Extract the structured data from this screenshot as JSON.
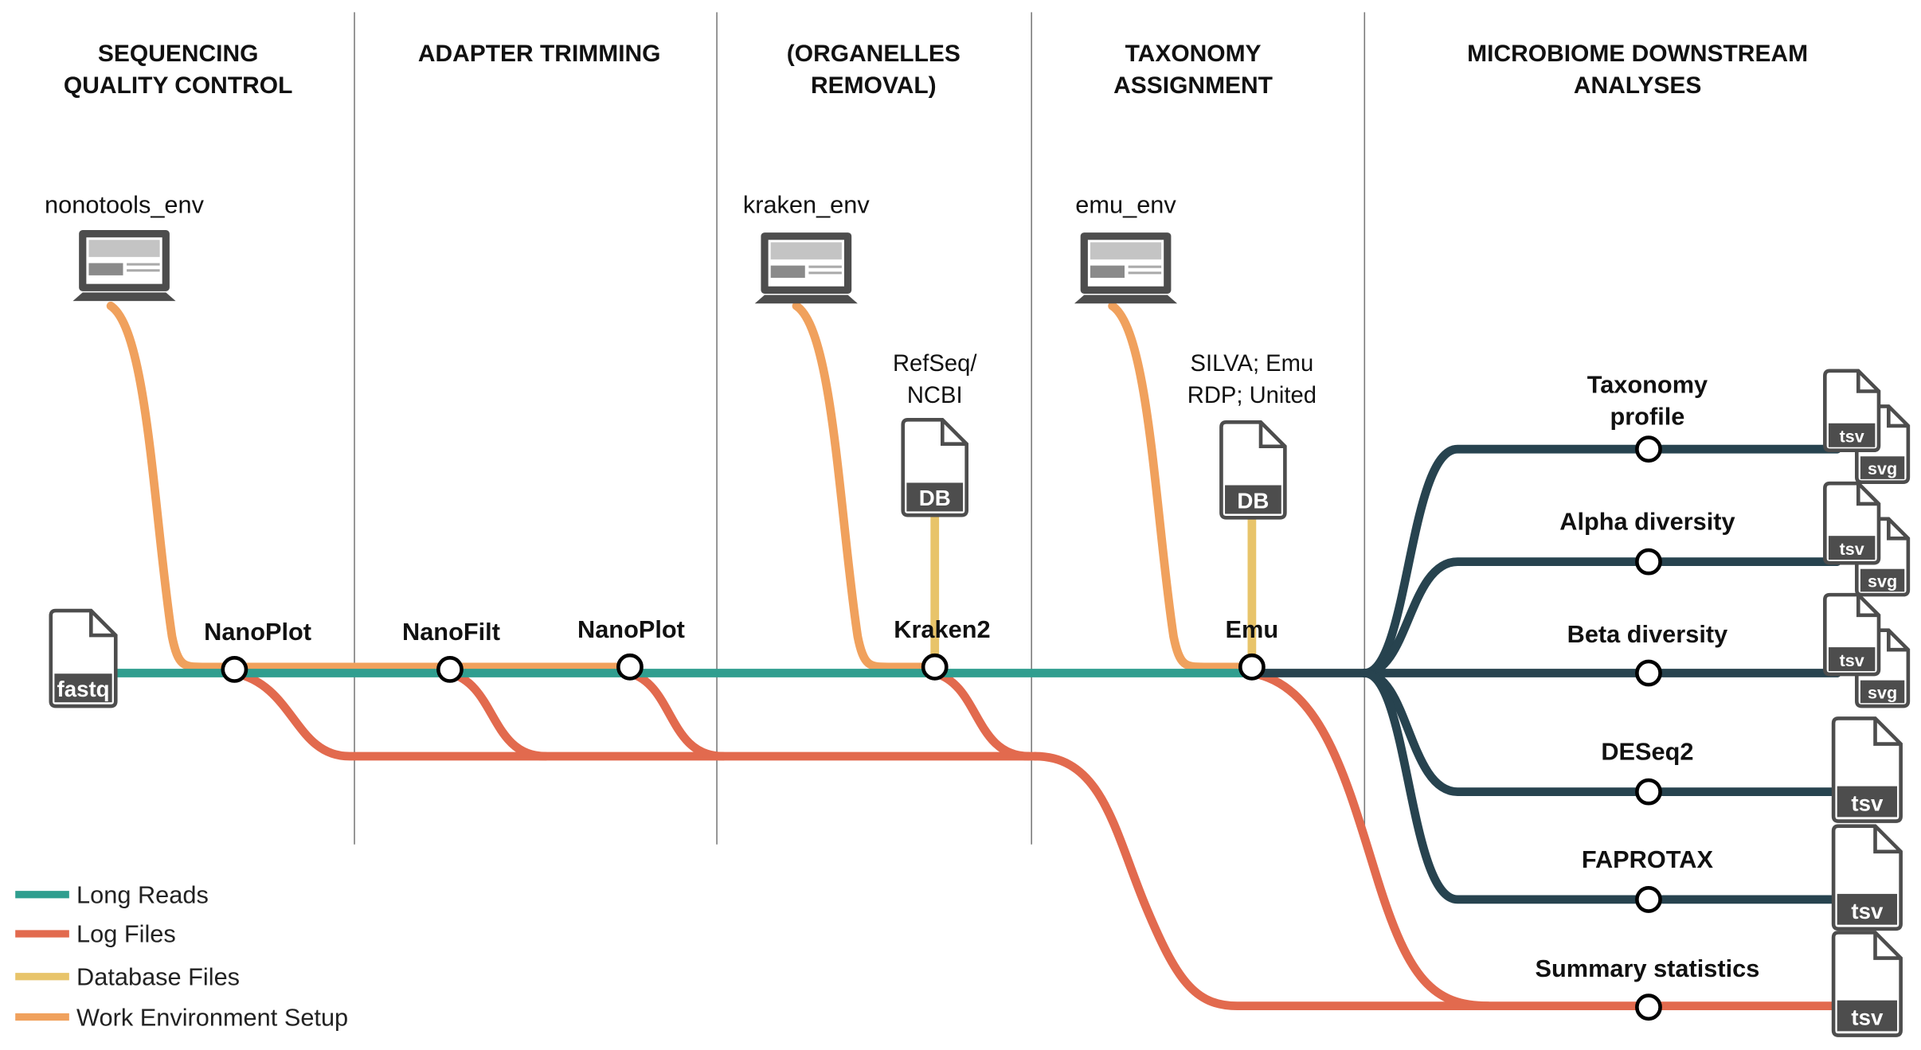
{
  "colors": {
    "long_reads": "#2f9e8f",
    "log_files": "#e26a4e",
    "database_files": "#e8c46a",
    "work_environment": "#f0a15d",
    "downstream": "#27434f",
    "icon": "#4d4d4d"
  },
  "sections": [
    {
      "line1": "SEQUENCING",
      "line2": "QUALITY CONTROL"
    },
    {
      "line1": "ADAPTER TRIMMING",
      "line2": ""
    },
    {
      "line1": "(ORGANELLES",
      "line2": "REMOVAL)"
    },
    {
      "line1": "TAXONOMY",
      "line2": "ASSIGNMENT"
    },
    {
      "line1": "MICROBIOME DOWNSTREAM",
      "line2": "ANALYSES"
    }
  ],
  "environments": [
    {
      "label": "nonotools_env",
      "icon": "laptop-icon"
    },
    {
      "label": "kraken_env",
      "icon": "laptop-icon"
    },
    {
      "label": "emu_env",
      "icon": "laptop-icon"
    }
  ],
  "input_file": {
    "label": "fastq",
    "icon": "file-icon"
  },
  "tools": [
    "NanoPlot",
    "NanoFilt",
    "NanoPlot",
    "Kraken2",
    "Emu"
  ],
  "databases": [
    {
      "line1": "RefSeq/",
      "line2": "NCBI",
      "badge": "DB"
    },
    {
      "line1": "SILVA; Emu",
      "line2": "RDP; United",
      "badge": "DB"
    }
  ],
  "outputs": [
    {
      "line1": "Taxonomy",
      "line2": "profile",
      "files": [
        "tsv",
        "svg"
      ]
    },
    {
      "line1": "Alpha diversity",
      "line2": "",
      "files": [
        "tsv",
        "svg"
      ]
    },
    {
      "line1": "Beta diversity",
      "line2": "",
      "files": [
        "tsv",
        "svg"
      ]
    },
    {
      "line1": "DESeq2",
      "line2": "",
      "files": [
        "tsv"
      ]
    },
    {
      "line1": "FAPROTAX",
      "line2": "",
      "files": [
        "tsv"
      ]
    },
    {
      "line1": "Summary statistics",
      "line2": "",
      "files": [
        "tsv"
      ]
    }
  ],
  "legend": [
    {
      "label": "Long Reads",
      "color": "#2f9e8f"
    },
    {
      "label": "Log Files",
      "color": "#e26a4e"
    },
    {
      "label": "Database Files",
      "color": "#e8c46a"
    },
    {
      "label": "Work Environment Setup",
      "color": "#f0a15d"
    }
  ]
}
